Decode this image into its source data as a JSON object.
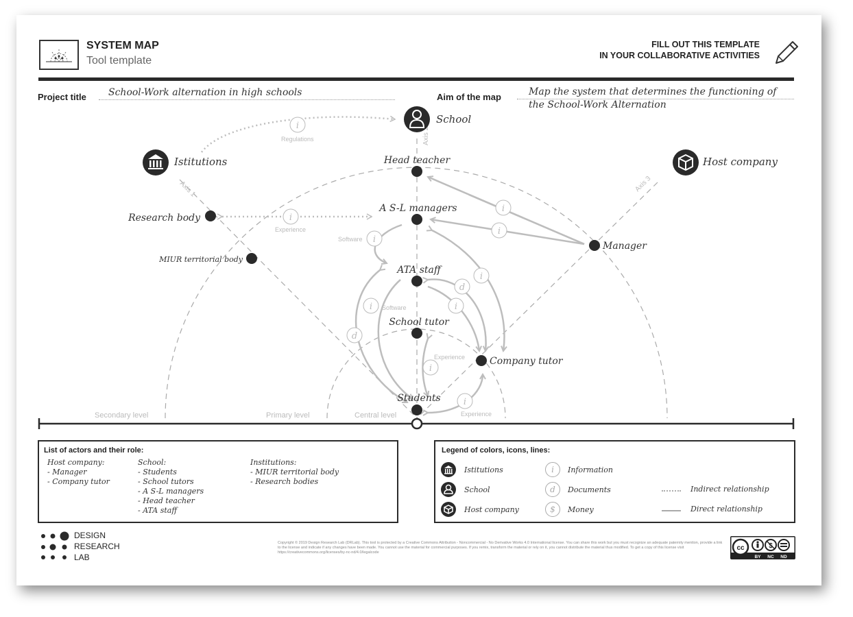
{
  "header": {
    "title": "SYSTEM MAP",
    "subtitle": "Tool template",
    "instruction_line1": "FILL OUT THIS TEMPLATE",
    "instruction_line2": "IN YOUR COLLABORATIVE ACTIVITIES"
  },
  "fields": {
    "project_title_label": "Project title",
    "project_title_value": "School-Work alternation in high schools",
    "aim_label": "Aim of the map",
    "aim_value_line1": "Map the system that determines the functioning of",
    "aim_value_line2": "the School-Work Alternation"
  },
  "map": {
    "top_actors": {
      "school": "School",
      "institutions": "Istitutions",
      "host_company": "Host company"
    },
    "axes": {
      "axis1": "Axis 1",
      "axis2": "Axis 2",
      "axis3": "Axis 3"
    },
    "levels": {
      "secondary": "Secondary level",
      "primary": "Primary level",
      "central": "Central level"
    },
    "nodes": {
      "head_teacher": "Head teacher",
      "asl_managers": "A S-L managers",
      "ata_staff": "ATA staff",
      "school_tutor": "School tutor",
      "students": "Students",
      "research_body": "Research body",
      "miur": "MIUR territorial body",
      "manager": "Manager",
      "company_tutor": "Company tutor"
    },
    "flow_labels": {
      "regulations": "Regulations",
      "experience": "Experience",
      "software": "Software"
    },
    "glyph_info": "i",
    "glyph_doc": "d"
  },
  "actors_list": {
    "title": "List of actors and their role:",
    "columns": [
      {
        "heading": "Host company:",
        "items": [
          "- Manager",
          "- Company tutor"
        ]
      },
      {
        "heading": "School:",
        "items": [
          "- Students",
          "- School tutors",
          "- A S-L managers",
          "- Head teacher",
          "- ATA staff"
        ]
      },
      {
        "heading": "Institutions:",
        "items": [
          "- MIUR territorial body",
          "- Research bodies"
        ]
      }
    ]
  },
  "legend": {
    "title": "Legend of colors, icons, lines:",
    "institutions": "Istitutions",
    "school": "School",
    "host_company": "Host company",
    "information": "Information",
    "documents": "Documents",
    "money": "Money",
    "indirect": "Indirect relationship",
    "direct": "Direct relationship",
    "glyph_i": "i",
    "glyph_d": "d",
    "glyph_money": "$"
  },
  "footer": {
    "brand_line1": "DESIGN",
    "brand_line2": "RESEARCH",
    "brand_line3": "LAB",
    "copyright": "Copyright © 2019 Design Research Lab (DRLab). This tool is protected by a Creative Commons Attribution - Noncommercial - No Derivative Works 4.0 International license. You can share this work but you must recognize an adequate paternity mention, provide a link to the license and indicate if any changes have been made. You cannot use the material for commercial purposes. If you remix, transform the material or rely on it, you cannot distribute the material thus modified. To get a copy of this license visit https://creativecommons.org/licenses/by-nc-nd/4.0/legalcode",
    "cc_by": "BY",
    "cc_nc": "NC",
    "cc_nd": "ND"
  },
  "colors": {
    "dark": "#2a2a2a",
    "light_line": "#bdbdbd",
    "dash": "#aaaaaa"
  }
}
